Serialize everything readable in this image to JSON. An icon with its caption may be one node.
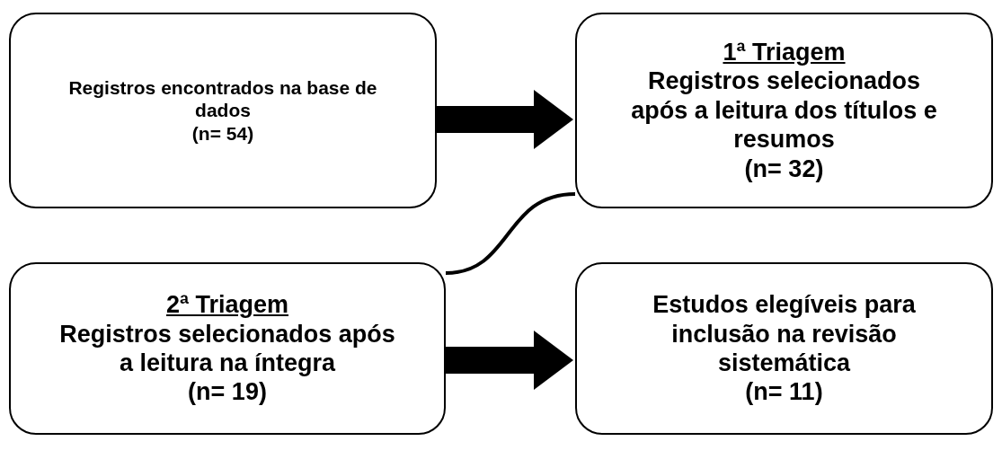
{
  "diagram": {
    "nodes": [
      {
        "text": [
          "Registros encontrados na base de dados",
          "(n= 54)"
        ]
      },
      {
        "text": [
          "1ª Triagem",
          "Registros selecionados após a leitura dos títulos e resumos",
          "(n= 32)"
        ]
      },
      {
        "text": [
          "2ª Triagem",
          "Registros selecionados após a leitura na íntegra",
          "(n= 19)"
        ]
      },
      {
        "text": [
          "Estudos elegíveis para inclusão na revisão sistemática",
          "(n= 11)"
        ]
      }
    ],
    "edges": [
      {
        "from": 0,
        "to": 1,
        "arrow": "to"
      },
      {
        "from": 1,
        "to": 2,
        "arrow": "none"
      },
      {
        "from": 2,
        "to": 3,
        "arrow": "to"
      }
    ]
  }
}
